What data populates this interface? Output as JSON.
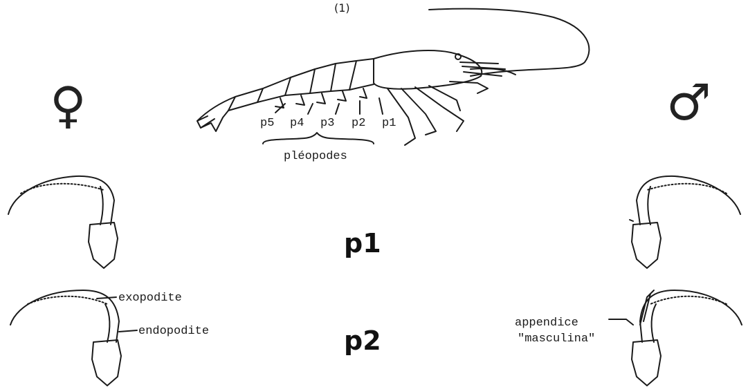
{
  "figure_number": "(1)",
  "female_symbol": "♀",
  "male_symbol": "♂",
  "pleopod_labels": [
    "p5",
    "p4",
    "p3",
    "p2",
    "p1"
  ],
  "group_label": "pléopodes",
  "rows": [
    {
      "label": "p1"
    },
    {
      "label": "p2"
    }
  ],
  "female_p2_labels": {
    "exopodite": "exopodite",
    "endopodite": "endopodite"
  },
  "male_p2_labels": {
    "line1": "appendice",
    "line2": "\"masculina\""
  },
  "colors": {
    "ink": "#1a1a1a",
    "background": "#ffffff"
  }
}
